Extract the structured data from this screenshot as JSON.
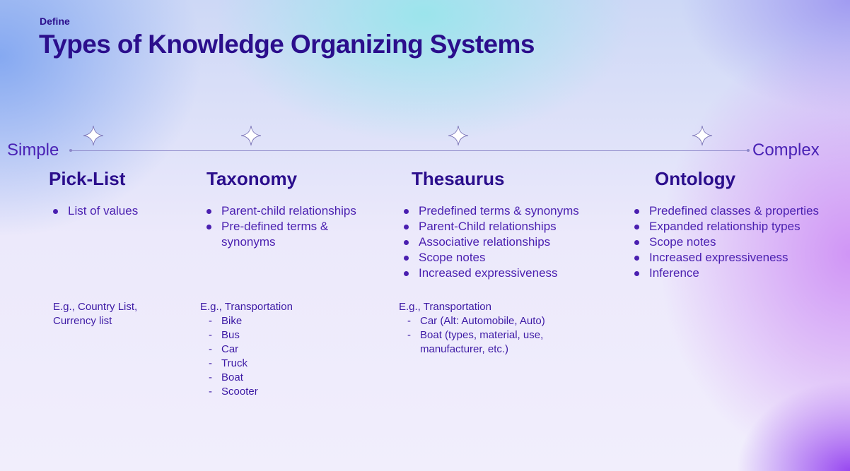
{
  "header": {
    "kicker": "Define",
    "title": "Types of Knowledge Organizing Systems"
  },
  "spectrum": {
    "left_label": "Simple",
    "right_label": "Complex",
    "marker_icon": "sparkle-star-icon"
  },
  "columns": [
    {
      "title": "Pick-List",
      "bullets": [
        "List of values"
      ],
      "example_lines": [
        "E.g., Country List,",
        "Currency list"
      ],
      "example_items": []
    },
    {
      "title": "Taxonomy",
      "bullets": [
        "Parent-child relationships",
        "Pre-defined terms & synonyms"
      ],
      "example_lines": [
        "E.g., Transportation"
      ],
      "example_items": [
        "Bike",
        "Bus",
        "Car",
        "Truck",
        "Boat",
        "Scooter"
      ]
    },
    {
      "title": "Thesaurus",
      "bullets": [
        "Predefined terms & synonyms",
        "Parent-Child relationships",
        "Associative relationships",
        "Scope notes",
        "Increased expressiveness"
      ],
      "example_lines": [
        "E.g., Transportation"
      ],
      "example_items": [
        "Car (Alt: Automobile, Auto)",
        "Boat (types, material, use, manufacturer, etc.)"
      ]
    },
    {
      "title": "Ontology",
      "bullets": [
        "Predefined classes & properties",
        "Expanded relationship types",
        "Scope notes",
        "Increased expressiveness",
        "Inference"
      ],
      "example_lines": [],
      "example_items": []
    }
  ],
  "colors": {
    "title": "#2b0e8c",
    "text": "#4a1fb0",
    "axis": "#8c87c9"
  }
}
